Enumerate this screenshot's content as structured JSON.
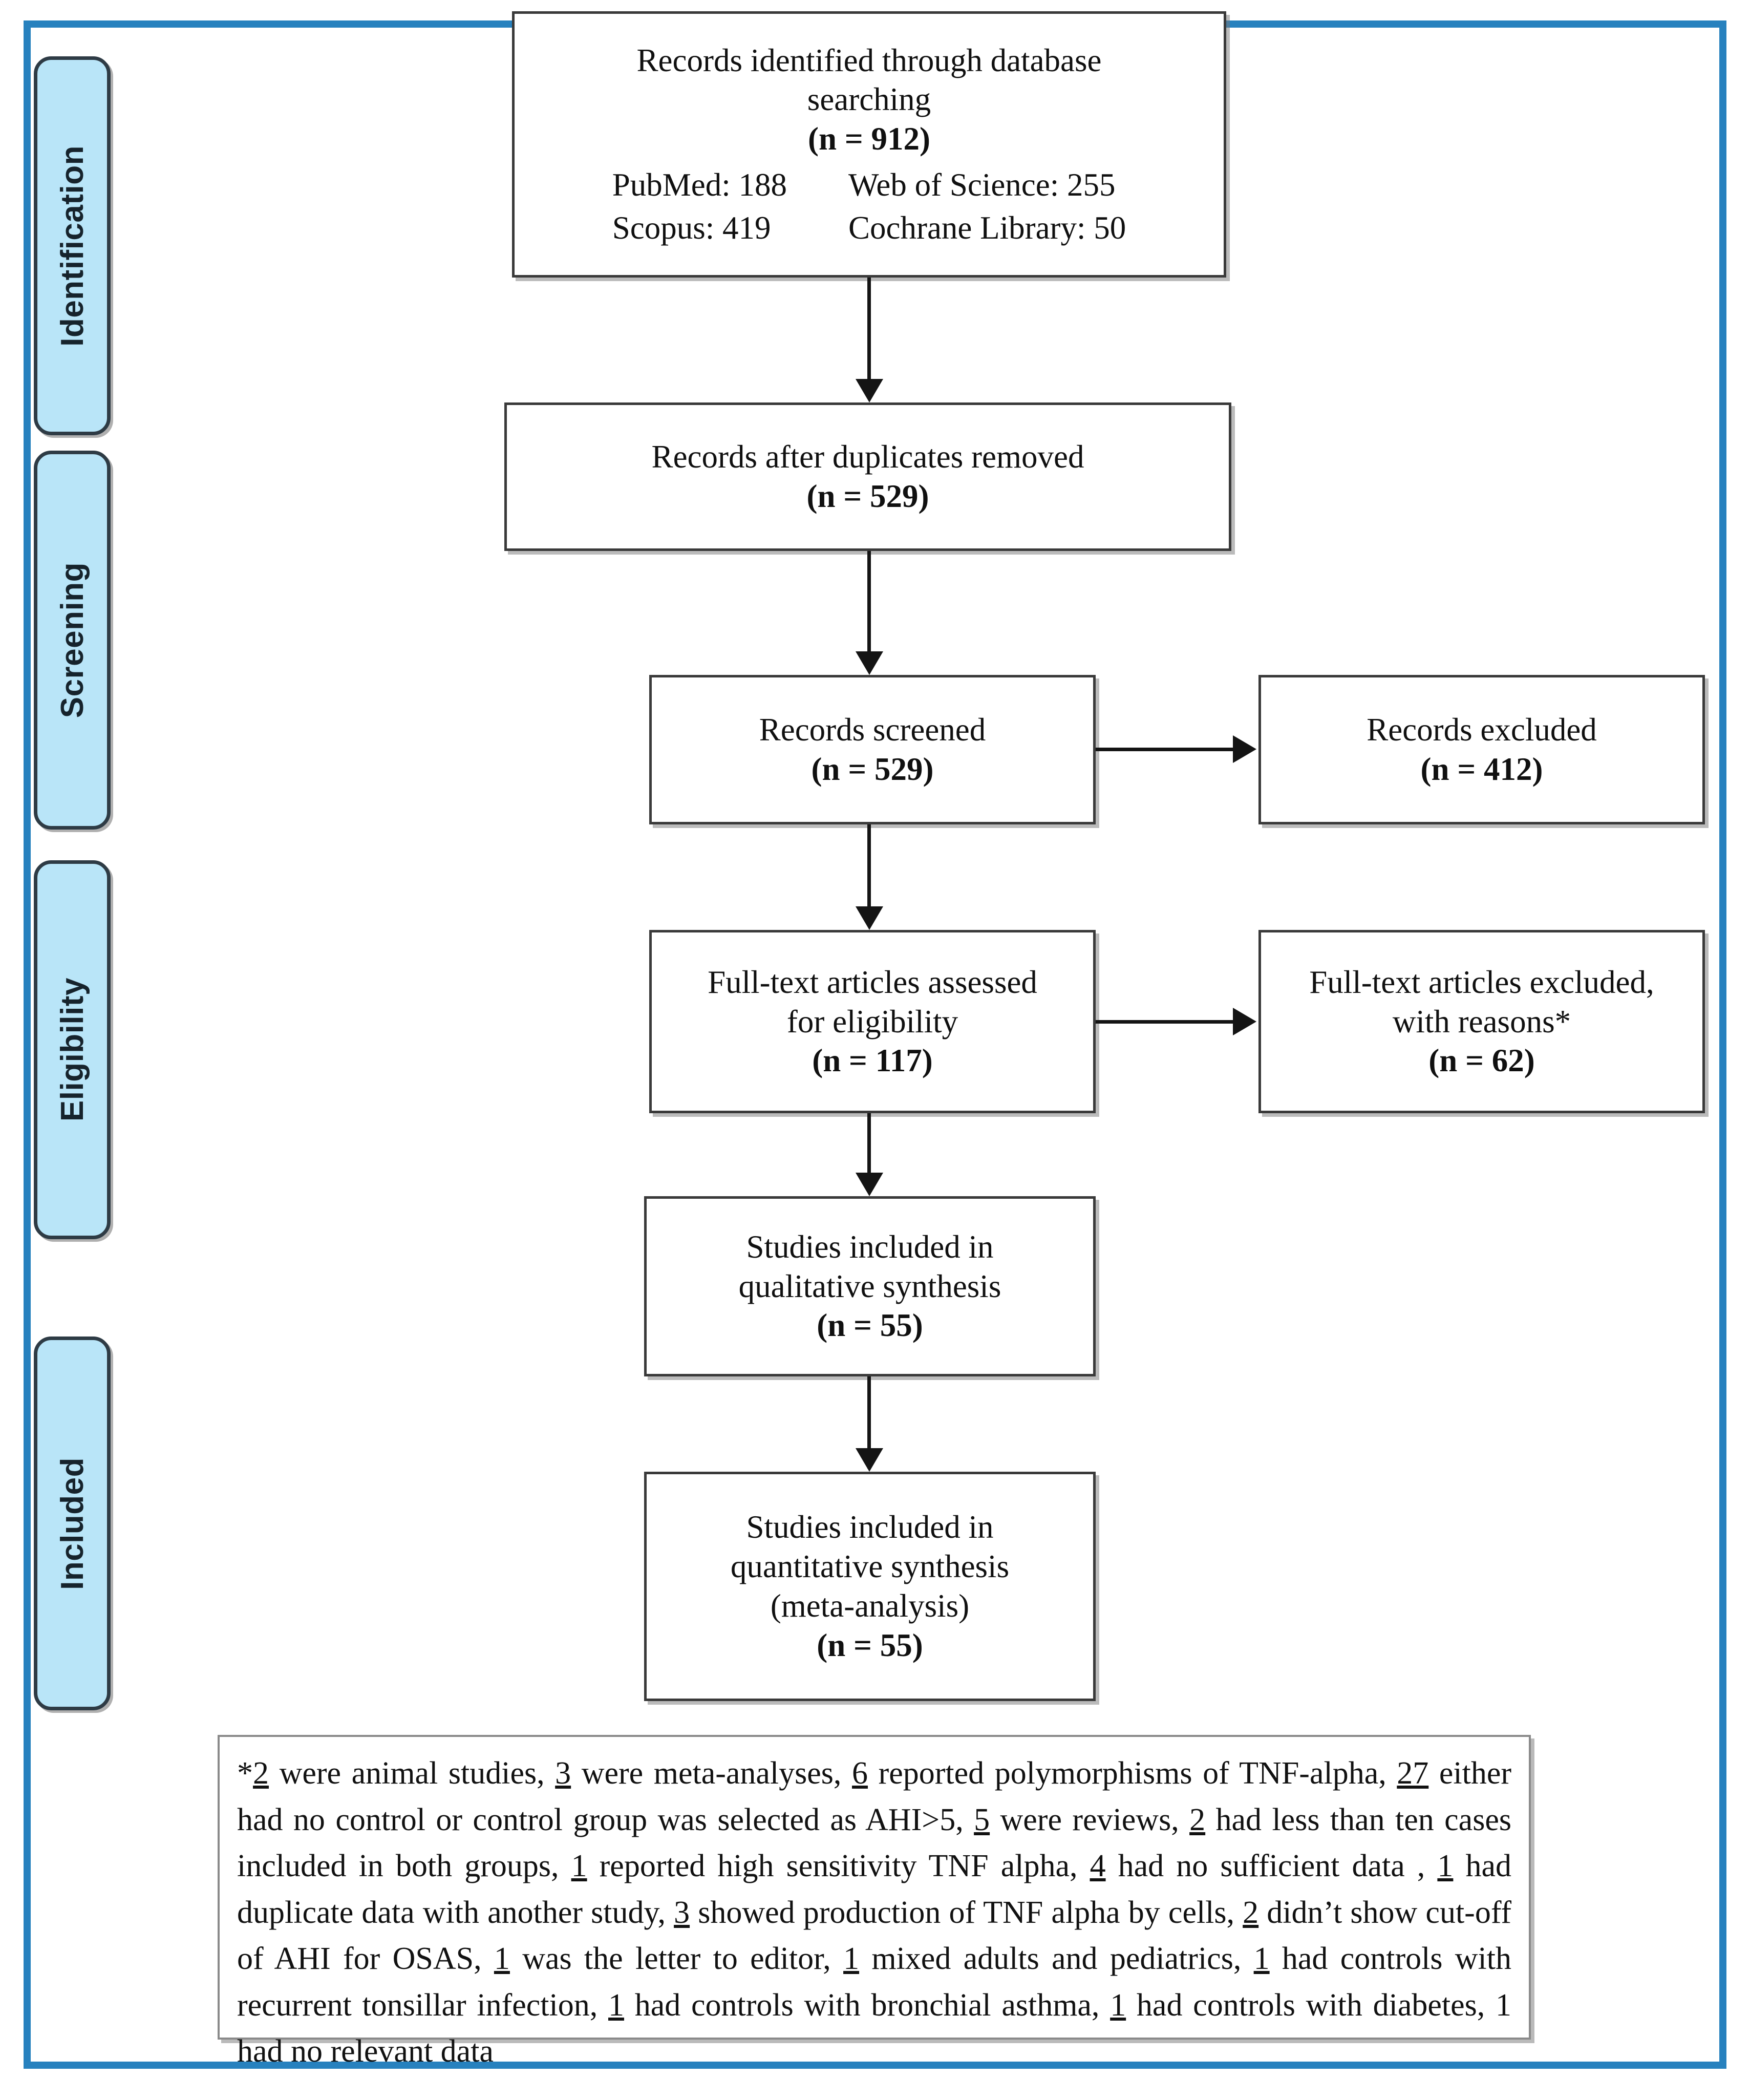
{
  "frame": {
    "border_color": "#2781BE"
  },
  "stages": [
    {
      "label": "Identification"
    },
    {
      "label": "Screening"
    },
    {
      "label": "Eligibility"
    },
    {
      "label": "Included"
    }
  ],
  "flow": {
    "identified": {
      "line1": "Records identified through database",
      "line2": "searching",
      "count": "(n = 912)",
      "databases": [
        {
          "name": "PubMed:",
          "value": "188"
        },
        {
          "name": "Web of Science:",
          "value": "255"
        },
        {
          "name": "Scopus:",
          "value": "419"
        },
        {
          "name": "Cochrane Library:",
          "value": "50"
        }
      ]
    },
    "duplicates_removed": {
      "line1": "Records after duplicates removed",
      "count": "(n = 529)"
    },
    "screened": {
      "line1": "Records screened",
      "count": "(n = 529)"
    },
    "records_excluded": {
      "line1": "Records excluded",
      "count": "(n = 412)"
    },
    "fulltext_assessed": {
      "line1": "Full-text articles assessed",
      "line2": "for eligibility",
      "count": "(n = 117)"
    },
    "fulltext_excluded": {
      "line1": "Full-text articles excluded,",
      "line2": "with reasons*",
      "count": "(n = 62)"
    },
    "qualitative": {
      "line1": "Studies included in",
      "line2": "qualitative synthesis",
      "count": "(n = 55)"
    },
    "quantitative": {
      "line1": "Studies included in",
      "line2": "quantitative synthesis",
      "line3": "(meta-analysis)",
      "count": "(n = 55)"
    }
  },
  "footnote": {
    "marker": "*",
    "reasons": [
      {
        "n": "2",
        "text": "were animal studies,"
      },
      {
        "n": "3",
        "text": "were meta-analyses,"
      },
      {
        "n": "6",
        "text": "reported polymorphisms of TNF-alpha,"
      },
      {
        "n": "27",
        "text": "either had no control or control group was selected as AHI>5,"
      },
      {
        "n": "5",
        "text": "were reviews,"
      },
      {
        "n": "2",
        "text": "had less than ten cases included in both groups,"
      },
      {
        "n": "1",
        "text": "reported high sensitivity TNF alpha,"
      },
      {
        "n": "4",
        "text": "had no  sufficient data ,"
      },
      {
        "n": "1",
        "text": "had duplicate data with another study,"
      },
      {
        "n": "3",
        "text": "showed production of TNF alpha by cells,"
      },
      {
        "n": "2",
        "text": "didn’t show cut-off of AHI for OSAS,"
      },
      {
        "n": "1",
        "text": "was the letter to editor,"
      },
      {
        "n": "1",
        "text": "mixed adults and pediatrics,"
      },
      {
        "n": "1",
        "text": "had controls with recurrent tonsillar infection,"
      },
      {
        "n": "1",
        "text": "had controls with bronchial asthma,"
      },
      {
        "n": "1",
        "text": "had controls with diabetes,"
      },
      {
        "n": "1",
        "text": "had no relevant data",
        "underline": false
      }
    ]
  }
}
